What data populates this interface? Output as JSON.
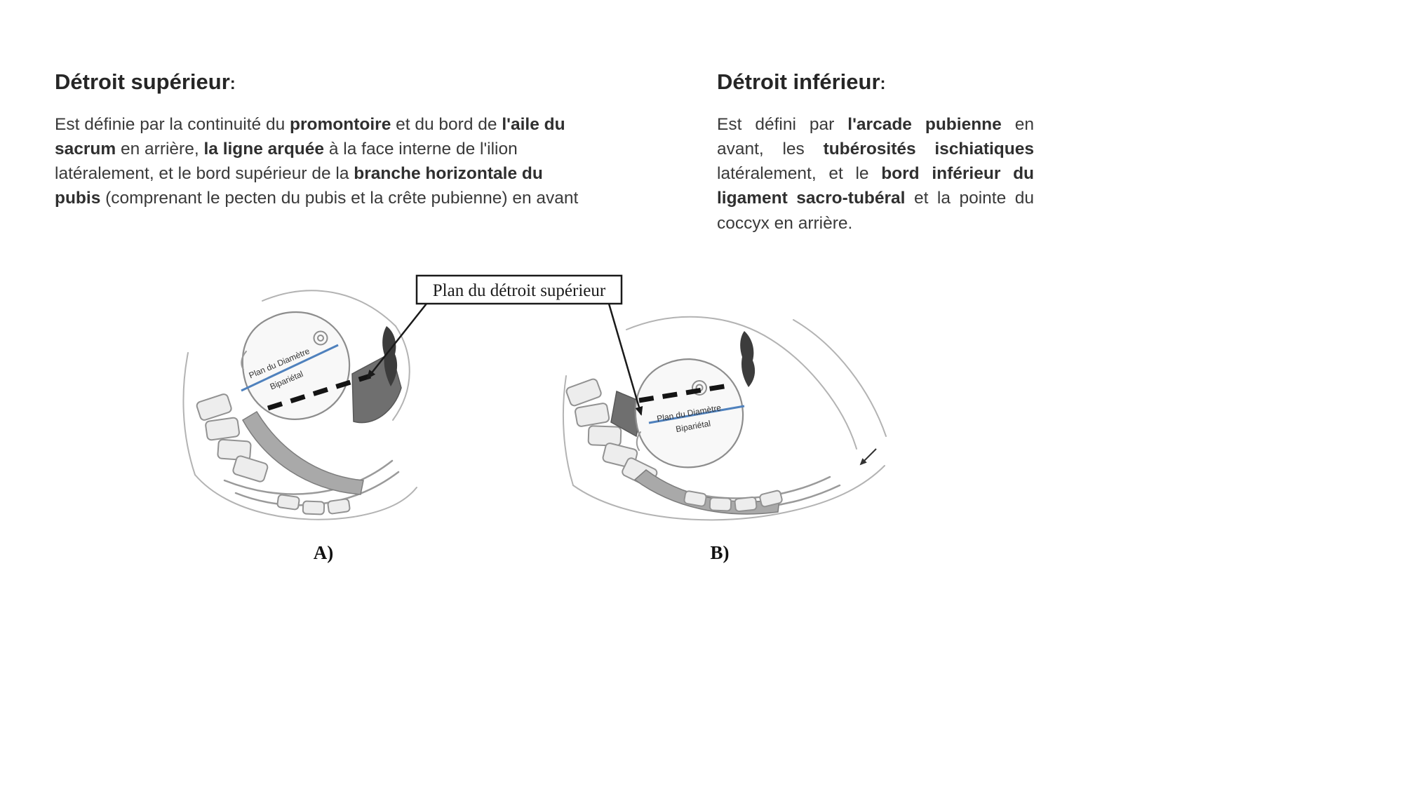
{
  "page": {
    "background": "#ffffff"
  },
  "left_block": {
    "title": "Détroit supérieur",
    "colon": ":",
    "segments": [
      {
        "text": "Est définie par la continuité du ",
        "bold": false
      },
      {
        "text": "promontoire",
        "bold": true
      },
      {
        "text": " et du bord de ",
        "bold": false
      },
      {
        "text": "l'aile du sacrum",
        "bold": true
      },
      {
        "text": " en arrière, ",
        "bold": false
      },
      {
        "text": "la ligne arquée",
        "bold": true
      },
      {
        "text": " à la face interne de l'ilion latéralement, et le bord supérieur de la ",
        "bold": false
      },
      {
        "text": "branche horizontale du pubis",
        "bold": true
      },
      {
        "text": " (comprenant le pecten du pubis et la crête pubienne) en avant",
        "bold": false
      }
    ]
  },
  "right_block": {
    "title": "Détroit inférieur",
    "colon": ":",
    "segments": [
      {
        "text": "Est défini par ",
        "bold": false
      },
      {
        "text": "l'arcade pubienne",
        "bold": true
      },
      {
        "text": " en avant, les ",
        "bold": false
      },
      {
        "text": "tubérosités ischiatiques",
        "bold": true
      },
      {
        "text": " latéralement, et le ",
        "bold": false
      },
      {
        "text": "bord inférieur du ligament sacro-tubéral",
        "bold": true
      },
      {
        "text": " et la pointe du coccyx en arrière.",
        "bold": false
      }
    ]
  },
  "figure": {
    "callout_label": "Plan du détroit supérieur",
    "diagram_a": {
      "label": "A)",
      "plane_label_line1": "Plan du Diamètre",
      "plane_label_line2": "Bipariétal"
    },
    "diagram_b": {
      "label": "B)",
      "plane_label_line1": "Plan du Diamètre",
      "plane_label_line2": "Bipariétal"
    },
    "colors": {
      "plane_line": "#4f81bd",
      "ink": "#1a1a1a"
    }
  }
}
